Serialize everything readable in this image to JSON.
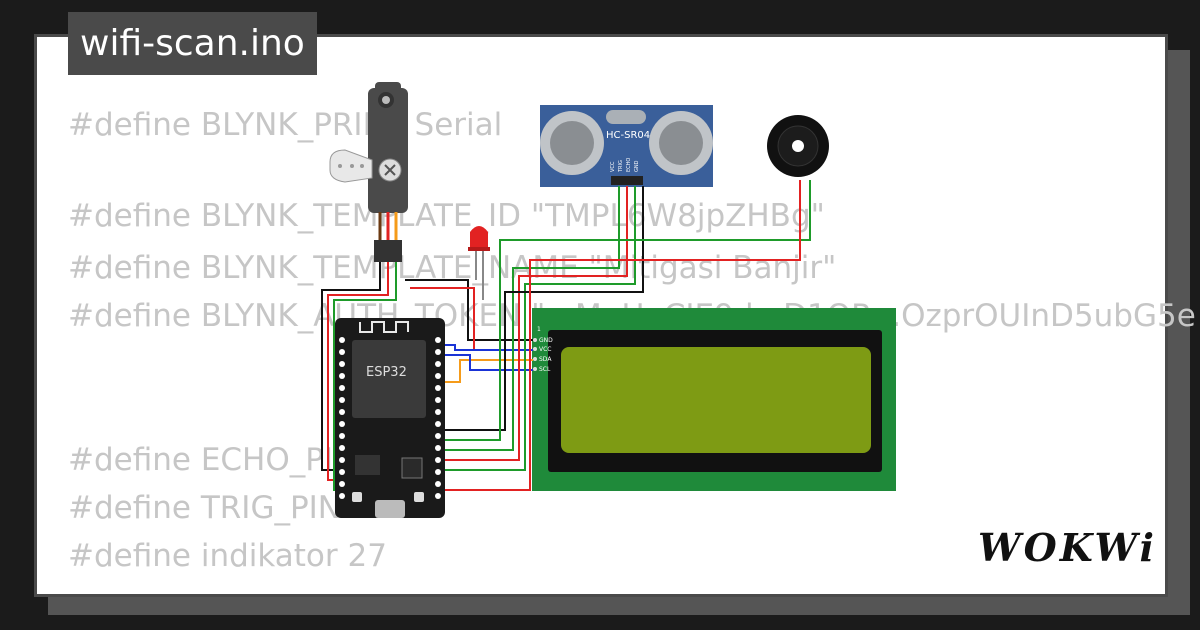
{
  "title": "wifi-scan.ino",
  "code_lines": [
    {
      "text": "#define BLYNK_PRINT Serial"
    },
    {
      "text": "#define BLYNK_TEMPLATE_ID \"TMPL6W8jpZHBg\""
    },
    {
      "text": "#define BLYNK_TEMPLATE_NAME \"Mitigasi Banjir\""
    },
    {
      "text": "#define BLYNK_AUTH_TOKEN \"...MuHeCIE9d...D1OR...OzprOUInD5ubG5e"
    },
    {
      "text": "#define ECHO_PIN 5"
    },
    {
      "text": "#define TRIG_PIN 2"
    },
    {
      "text": "#define indikator 27"
    }
  ],
  "components": {
    "ultrasonic_label": "HC-SR04",
    "ultrasonic_pins": [
      "VCC",
      "TRIG",
      "ECHO",
      "GND"
    ],
    "mcu_label": "ESP32",
    "lcd_pins": [
      "GND",
      "VCC",
      "SDA",
      "SCL"
    ],
    "lcd_pin1": "1"
  },
  "brand": "WOKWi",
  "colors": {
    "lcd_board": "#1f8a3a",
    "lcd_screen": "#7e9b14",
    "ultrasonic_board": "#3a5f9a",
    "wire_green": "#1e9b2a",
    "wire_red": "#e22222",
    "wire_black": "#111111",
    "wire_blue": "#1a33d6",
    "wire_orange": "#f59b1a"
  }
}
